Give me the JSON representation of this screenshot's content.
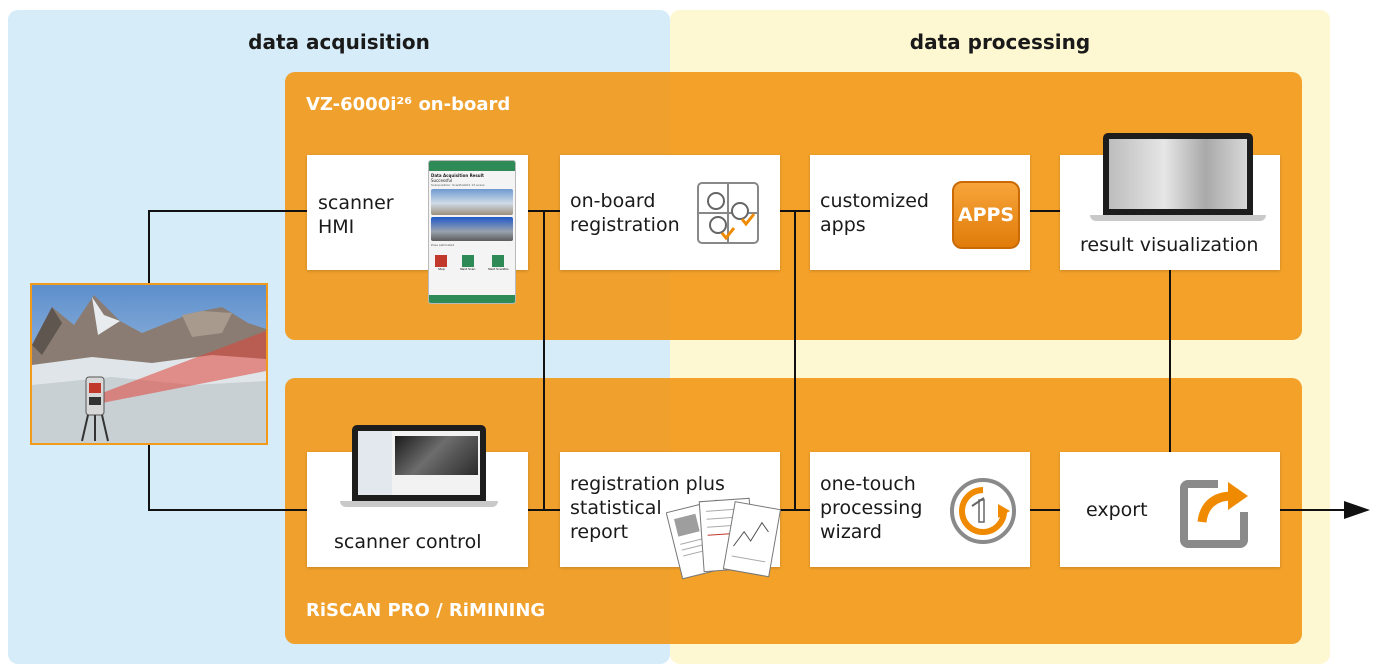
{
  "zones": {
    "acquisition": "data acquisition",
    "processing": "data processing"
  },
  "panels": {
    "onboard": "VZ-6000i²⁶ on-board",
    "riscan": "RiSCAN PRO / RiMINING"
  },
  "cards": {
    "scanner_hmi": "scanner\nHMI",
    "onboard_registration": "on-board\nregistration",
    "customized_apps": "customized\napps",
    "result_visualization": "result visualization",
    "scanner_control": "scanner control",
    "registration_report": "registration plus\nstatistical\nreport",
    "one_touch": "one-touch\nprocessing\nwizard",
    "export": "export"
  },
  "tablet": {
    "title": "Data Acquisition Result",
    "status": "Successful",
    "meta": "Scanposition: ScanPos001   13 scans",
    "pose": "Pose estimated",
    "buttons": [
      "Stop",
      "Next Scan",
      "Next ScanPos"
    ]
  },
  "apps_label": "APPS",
  "colors": {
    "acquisition_bg": "#d6ecf8",
    "processing_bg": "#fdf7d2",
    "panel_orange": "#f29a1c",
    "accent_orange": "#f08a00"
  }
}
